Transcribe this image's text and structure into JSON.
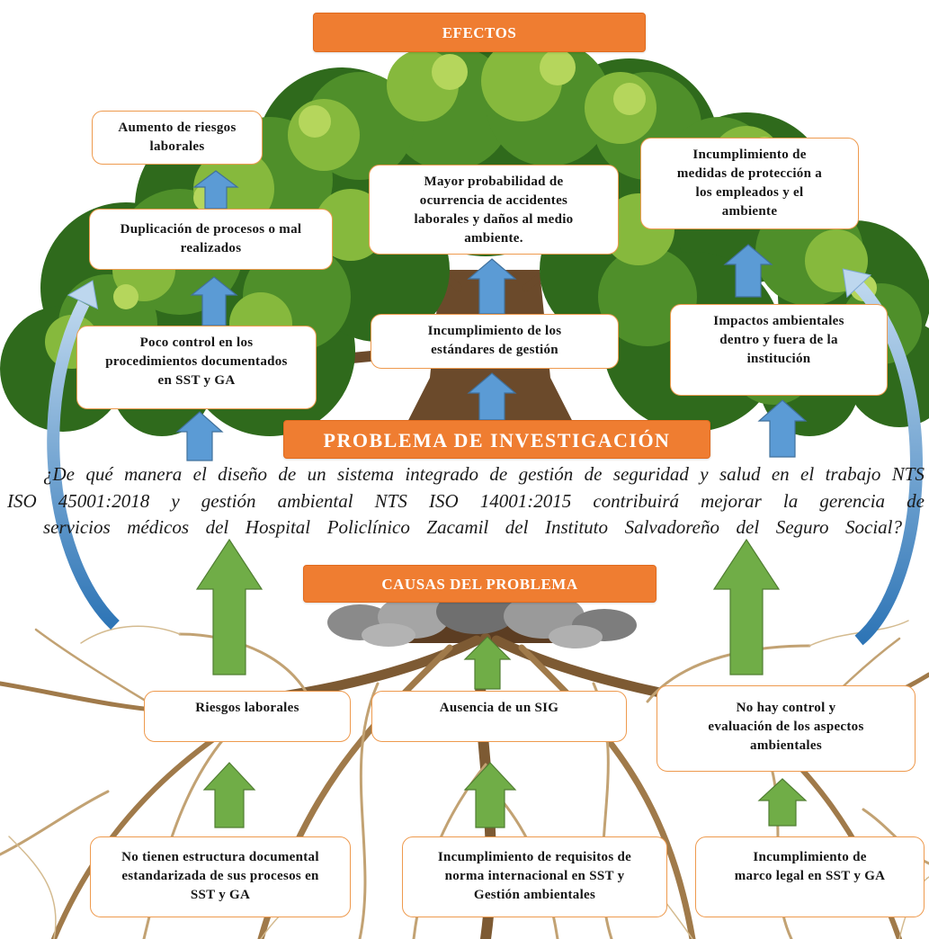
{
  "banners": {
    "effects": "EFECTOS",
    "research_problem": "PROBLEMA DE INVESTIGACIÓN",
    "causes": "CAUSAS DEL PROBLEMA"
  },
  "effects": {
    "increase_risks": "Aumento de riesgos laborales",
    "duplication": "Duplicación de procesos o mal realizados",
    "accident_probability": "Mayor probabilidad de ocurrencia de accidentes laborales y daños al medio ambiente.",
    "protection_noncompliance": "Incumplimiento de medidas de protección a los empleados y el ambiente",
    "low_control": "Poco control en los procedimientos documentados en SST y GA",
    "standards_noncompliance": "Incumplimiento de los estándares de gestión",
    "environmental_impacts": "Impactos ambientales dentro y fuera de la institución"
  },
  "question": {
    "lines": [
      "¿De qué manera el diseño de un sistema integrado de gestión de seguridad y salud en el trabajo NTS",
      "ISO 45001:2018 y gestión ambiental NTS ISO 14001:2015 contribuirá mejorar la gerencia de",
      "servicios médicos del Hospital Policlínico Zacamil del Instituto Salvadoreño del Seguro Social?"
    ]
  },
  "causes": {
    "occupational_risks": "Riesgos laborales",
    "no_sig": "Ausencia de un SIG",
    "no_env_control": "No hay control y evaluación de los aspectos ambientales",
    "no_doc_structure": "No tienen estructura documental estandarizada de sus procesos en SST y GA",
    "intl_requirements": "Incumplimiento de requisitos de norma internacional en SST y Gestión ambientales",
    "legal_framework": "Incumplimiento de marco legal en SST y GA"
  },
  "colors": {
    "banner": "#ef7d31",
    "box_border": "#ee9a4e",
    "effect_arrow": "#5b9bd5",
    "cause_arrow": "#70ad47",
    "curved_arrow": "#9dc3e6",
    "canopy": "#4f8f2a",
    "roots": "#a07a4a"
  }
}
